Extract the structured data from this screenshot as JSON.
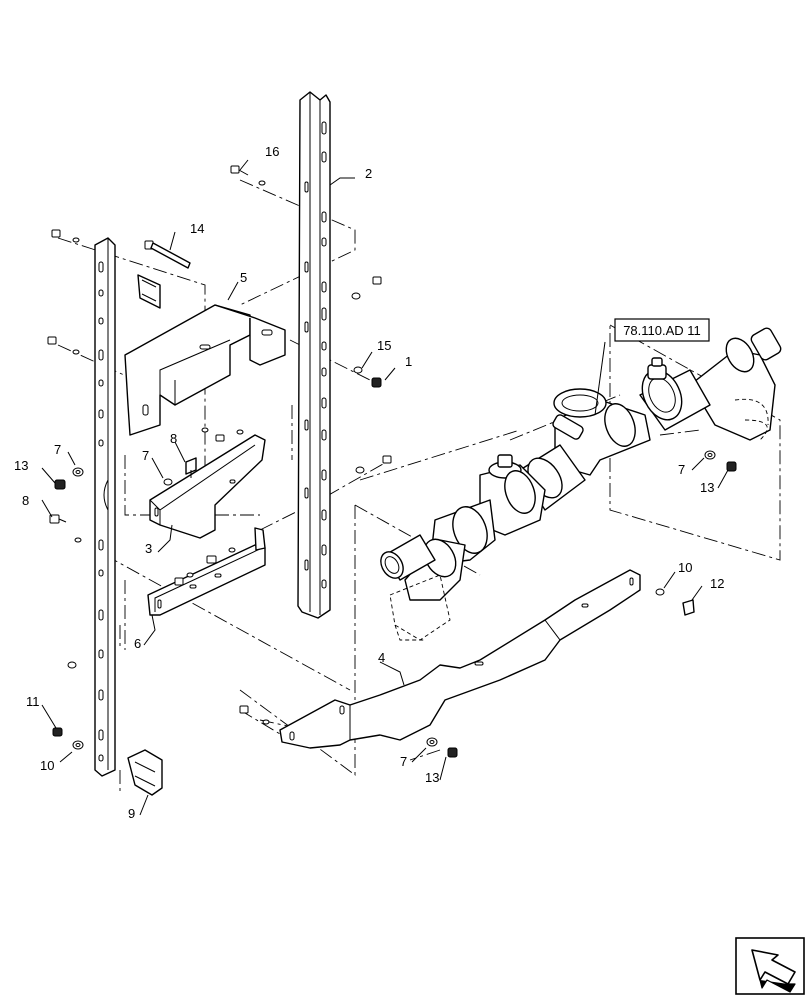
{
  "reference_label": "78.110.AD 11",
  "callouts": [
    {
      "id": "c16",
      "text": "16"
    },
    {
      "id": "c2",
      "text": "2"
    },
    {
      "id": "c14",
      "text": "14"
    },
    {
      "id": "c5",
      "text": "5"
    },
    {
      "id": "c15",
      "text": "15"
    },
    {
      "id": "c1",
      "text": "1"
    },
    {
      "id": "c7a",
      "text": "7"
    },
    {
      "id": "c13a",
      "text": "13"
    },
    {
      "id": "c8a",
      "text": "8"
    },
    {
      "id": "c7b",
      "text": "7"
    },
    {
      "id": "c8b",
      "text": "8"
    },
    {
      "id": "c3",
      "text": "3"
    },
    {
      "id": "c6",
      "text": "6"
    },
    {
      "id": "c11",
      "text": "11"
    },
    {
      "id": "c10a",
      "text": "10"
    },
    {
      "id": "c9",
      "text": "9"
    },
    {
      "id": "c4",
      "text": "4"
    },
    {
      "id": "c7c",
      "text": "7"
    },
    {
      "id": "c13b",
      "text": "13"
    },
    {
      "id": "c7d",
      "text": "7"
    },
    {
      "id": "c13c",
      "text": "13"
    },
    {
      "id": "c10b",
      "text": "10"
    },
    {
      "id": "c12",
      "text": "12"
    }
  ],
  "icons": {
    "navigation": "previous-page-arrow-icon"
  }
}
